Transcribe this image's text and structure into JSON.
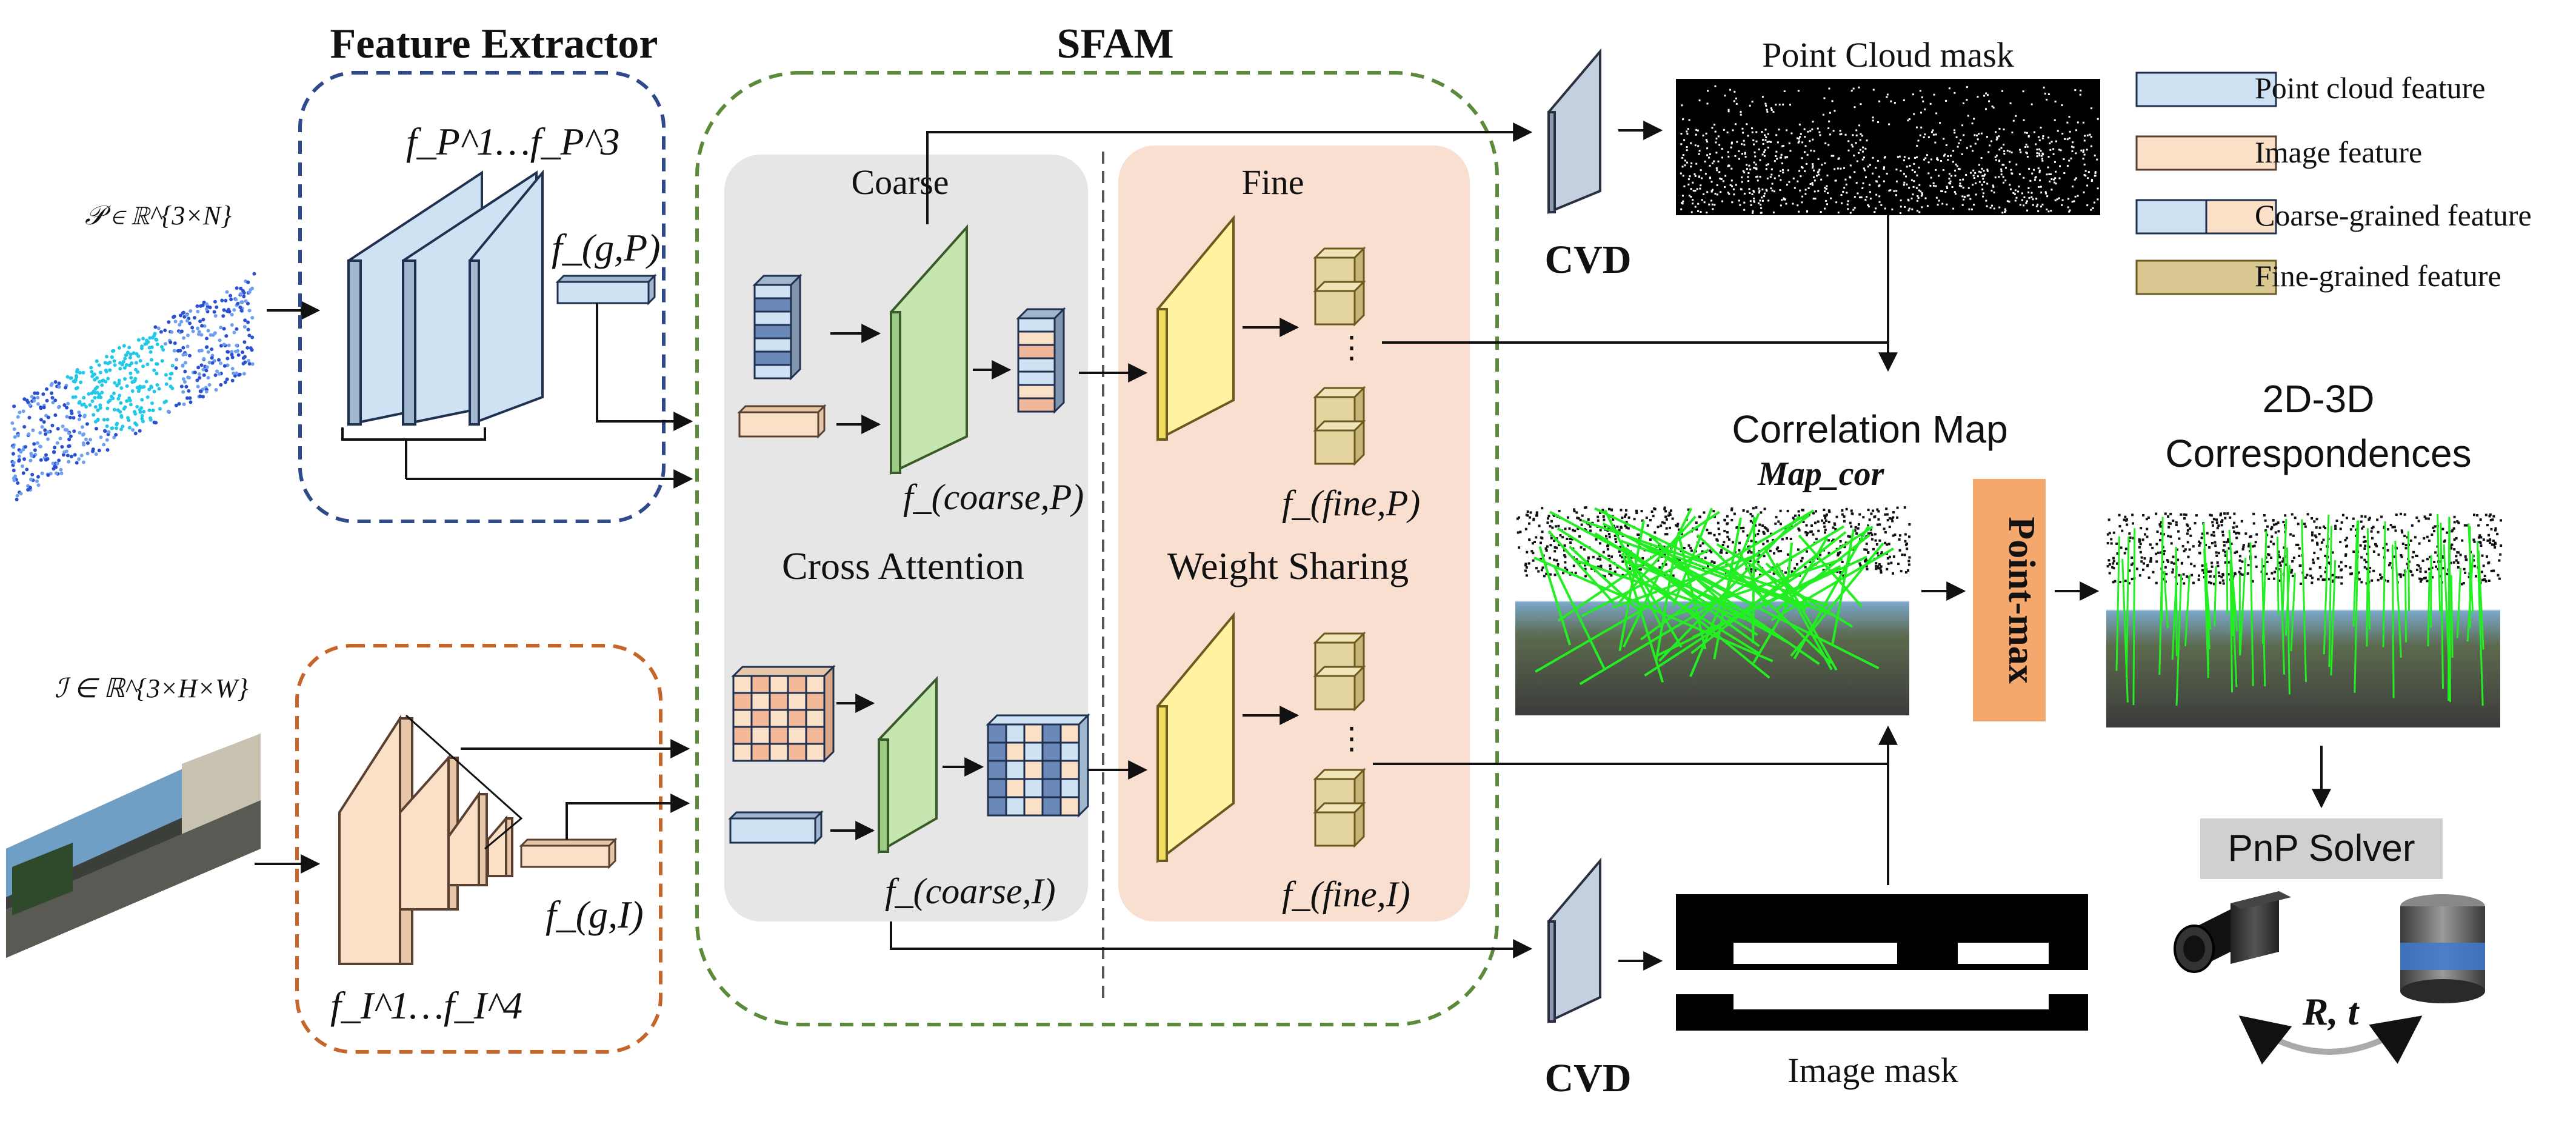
{
  "feature_extractor": {
    "title": "Feature Extractor",
    "fp_label": "f_P^1…f_P^3",
    "fgp_label": "f_(g,P)",
    "fi_label": "f_I^1…f_I^4",
    "fgi_label": "f_(g,I)"
  },
  "inputs": {
    "point_cloud_label": "𝒫 ∈ ℝ^{3×N}",
    "image_label": "ℐ ∈ ℝ^{3×H×W}"
  },
  "sfam": {
    "title": "SFAM",
    "coarse_label": "Coarse",
    "fine_label": "Fine",
    "cross_attention": "Cross Attention",
    "weight_sharing": "Weight Sharing",
    "f_coarse_p": "f_(coarse,P)",
    "f_coarse_i": "f_(coarse,I)",
    "f_fine_p": "f_(fine,P)",
    "f_fine_i": "f_(fine,I)",
    "dots": "⋮"
  },
  "cvd": {
    "top_label": "CVD",
    "bottom_label": "CVD"
  },
  "masks": {
    "point_cloud_mask": "Point Cloud mask",
    "image_mask": "Image mask"
  },
  "correlation": {
    "title": "Correlation  Map",
    "symbol": "Map_cor"
  },
  "point_max": "Point-max",
  "correspondences": {
    "line1": "2D-3D",
    "line2": "Correspondences"
  },
  "pnp": {
    "solver": "PnP Solver",
    "rt": "R, t"
  },
  "legend": {
    "items": [
      {
        "label": "Point cloud feature",
        "kind": "blue"
      },
      {
        "label": "Image feature",
        "kind": "peach"
      },
      {
        "label": "Coarse-grained feature",
        "kind": "split"
      },
      {
        "label": "Fine-grained feature",
        "kind": "fine"
      }
    ]
  },
  "colors": {
    "pc_feature": "#cfe2f3",
    "image_feature": "#fbe0c8",
    "fine_feature": "#d9c892",
    "coarse_panel": "#e6e6e6",
    "fine_panel": "#f9dfcf",
    "sfam_border": "#5a8a3a",
    "fe_top_border": "#2e4a8a",
    "fe_bottom_border": "#c5652a",
    "point_max": "#f4a86e",
    "correspondence_green": "#22ee22"
  }
}
